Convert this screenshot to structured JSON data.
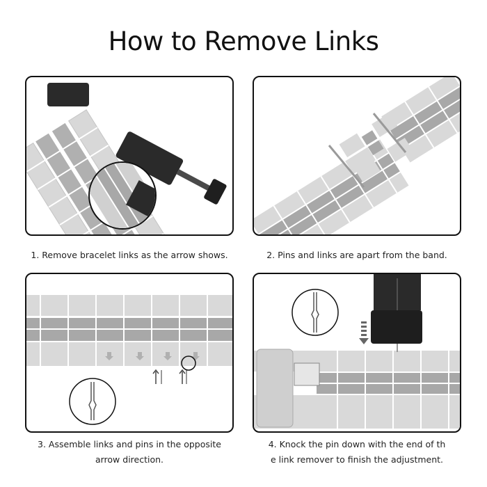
{
  "title": "How to Remove Links",
  "steps": [
    {
      "caption_lines": [
        "1. Remove bracelet links as the arrow shows."
      ]
    },
    {
      "caption_lines": [
        "2. Pins and links are apart from the band."
      ]
    },
    {
      "caption_lines": [
        "3. Assemble links and pins in the opposite",
        "arrow direction."
      ]
    },
    {
      "caption_lines": [
        "4. Knock the pin down with the end of th",
        "e link remover to finish the adjustment."
      ]
    }
  ],
  "colors": {
    "outline": "#111111",
    "steel_light": "#d9d9d9",
    "steel_mid": "#b5b5b5",
    "steel_dark": "#9a9a9a",
    "tool_black": "#2a2a2a"
  },
  "icons": [
    "link-remover-tool-icon",
    "pin-icon",
    "arrow-icon"
  ]
}
